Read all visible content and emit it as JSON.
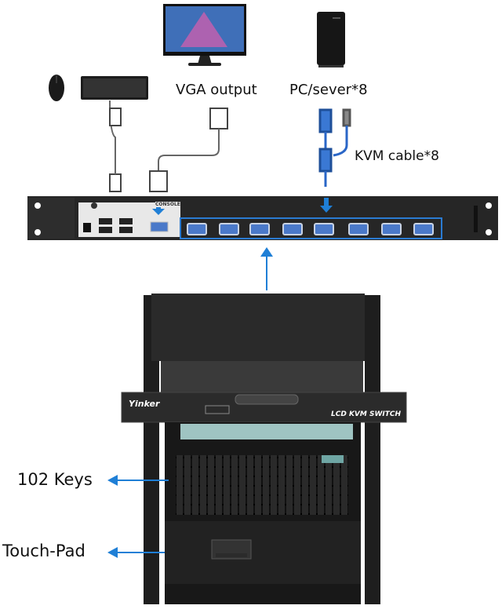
{
  "labels": {
    "vga_output": "VGA output",
    "pc_server": "PC/sever*8",
    "kvm_cable": "KVM cable*8",
    "keys": "102 Keys",
    "touchpad": "Touch-Pad"
  },
  "rack_unit": {
    "console_label": "CONSOLE"
  },
  "lcd_unit": {
    "brand": "Yinker",
    "product_name": "LCD KVM SWITCH"
  },
  "colors": {
    "accent": "#1f7fd6",
    "chassis": "#2b2b2b",
    "port": "#4a79c9"
  }
}
